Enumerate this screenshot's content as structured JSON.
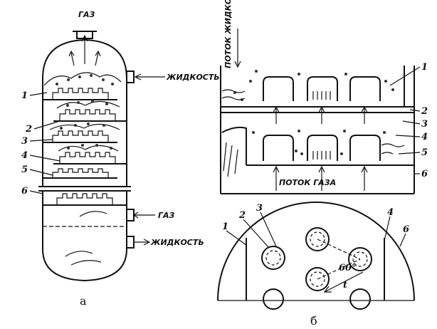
{
  "figure_a": {
    "top_outlet_label": "ГАЗ",
    "side_inlet_liquid_label": "ЖИДКОСТЬ",
    "gas_inlet_label": "ГАЗ",
    "liquid_outlet_label": "ЖИДКОСТЬ",
    "numbers": [
      "1",
      "2",
      "3",
      "4",
      "5",
      "6"
    ],
    "caption": "а"
  },
  "figure_b": {
    "liquid_flow_label": "ПОТОК ЖИДКОСТИ",
    "gas_flow_label": "ПОТОК   ГАЗА",
    "right_numbers": [
      "1",
      "2",
      "3",
      "4",
      "5",
      "6"
    ],
    "plan_numbers": [
      "1",
      "2",
      "3",
      "4",
      "6"
    ],
    "angle_label": "60°",
    "pitch_label": "t",
    "caption": "б"
  }
}
